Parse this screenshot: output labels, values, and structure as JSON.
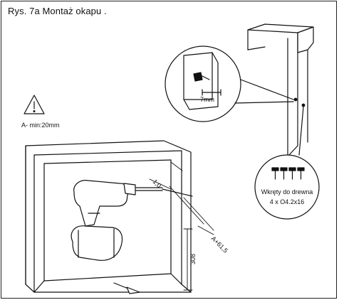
{
  "title": "Rys. 7a Montaż okapu .",
  "warning": {
    "label": "A- min:20mm"
  },
  "detail_circle": {
    "dimension": "7mm"
  },
  "screws": {
    "line1": "Wkręty do drewna",
    "line2": "4 x O4.2x16"
  },
  "dimensions": {
    "top": "1,0",
    "diagonal": "A+61,5",
    "vertical": "308"
  },
  "icons": [
    "warning-triangle-icon",
    "screw-icon",
    "drill-icon"
  ]
}
